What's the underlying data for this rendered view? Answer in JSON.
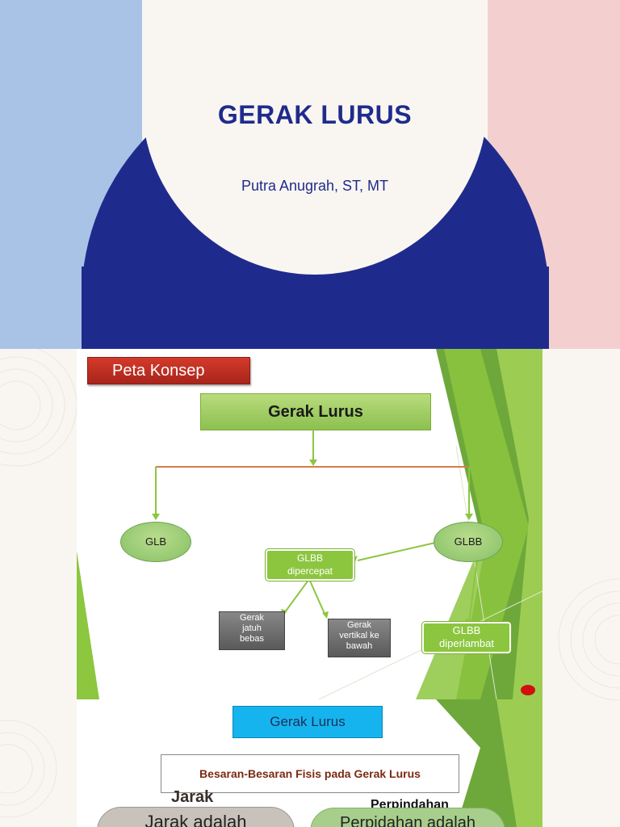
{
  "cover": {
    "title": "GERAK LURUS",
    "author": "Putra Anugrah, ST, MT"
  },
  "concept_map": {
    "header_badge": "Peta Konsep",
    "root": "Gerak Lurus",
    "nodes": {
      "glb": "GLB",
      "glbb": "GLBB",
      "glbb_dipercepat_line1": "GLBB",
      "glbb_dipercepat_line2": "dipercepat",
      "glbb_diperlambat_line1": "GLBB",
      "glbb_diperlambat_line2": "diperlambat",
      "jatuh_bebas_line1": "Gerak",
      "jatuh_bebas_line2": "jatuh",
      "jatuh_bebas_line3": "bebas",
      "vertikal_line1": "Gerak",
      "vertikal_line2": "vertikal ke",
      "vertikal_line3": "bawah"
    },
    "colors": {
      "red_badge": "#c0302a",
      "green": "#8cc63f",
      "gray": "#6b6b6b",
      "accent_dot": "#d01010"
    }
  },
  "slide3": {
    "header_badge": "Gerak Lurus",
    "subtitle": "Besaran-Besaran Fisis pada Gerak Lurus",
    "left_label": "Jarak",
    "left_text": "Jarak adalah",
    "right_label": "Perpindahan",
    "right_text": "Perpidahan adalah"
  },
  "theme": {
    "navy": "#1f2b8c",
    "sky": "#a9c3e6",
    "pink": "#f4cfd0",
    "cream": "#f9f6f2"
  }
}
